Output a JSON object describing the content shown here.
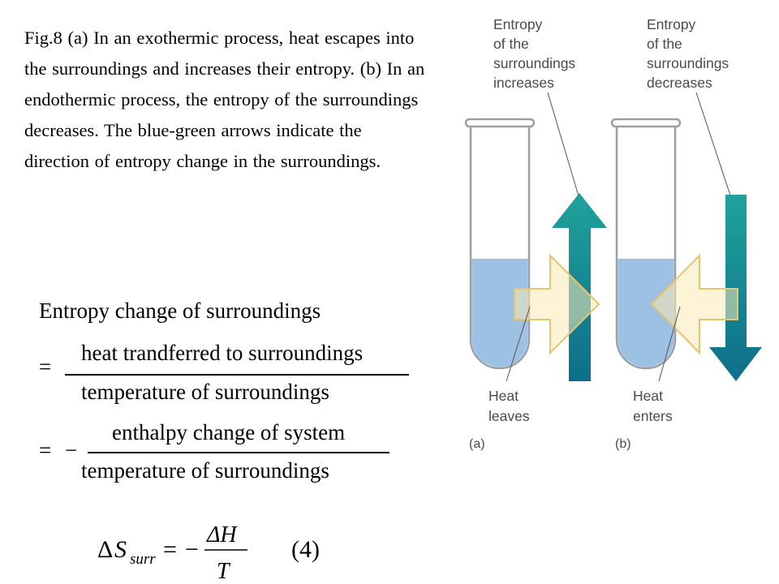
{
  "caption": "Fig.8  (a) In an exothermic process, heat escapes into the surroundings and increases their entropy. (b) In an endothermic process, the entropy of the surroundings decreases. The blue-green arrows indicate the direction of entropy change in the surroundings.",
  "equation": {
    "lhs": "Entropy change of surroundings",
    "frac1_num": "heat trandferred to surroundings",
    "frac1_den": "temperature of surroundings",
    "frac2_num": "enthalpy change of system",
    "frac2_den": "temperature of surroundings",
    "equals": "=",
    "minus": "−"
  },
  "formula": {
    "delta": "Δ",
    "S": "S",
    "sub": "surr",
    "equals": "=",
    "minus": "−",
    "num": "ΔH",
    "den": "T",
    "number": "(4)"
  },
  "diagram": {
    "label_a_top_1": "Entropy",
    "label_a_top_2": "of the",
    "label_a_top_3": "surroundings",
    "label_a_top_4": "increases",
    "label_b_top_1": "Entropy",
    "label_b_top_2": "of the",
    "label_b_top_3": "surroundings",
    "label_b_top_4": "decreases",
    "label_a_bottom_1": "Heat",
    "label_a_bottom_2": "leaves",
    "label_b_bottom_1": "Heat",
    "label_b_bottom_2": "enters",
    "panel_a": "(a)",
    "panel_b": "(b)",
    "colors": {
      "liquid": "#9cc1e3",
      "tube_outline": "#9aa0a6",
      "heat_arrow_fill": "#fbe9b4",
      "heat_arrow_stroke": "#e7c56c",
      "entropy_arrow_light": "#1f9e9a",
      "entropy_arrow_dark": "#0f6f8c"
    }
  }
}
